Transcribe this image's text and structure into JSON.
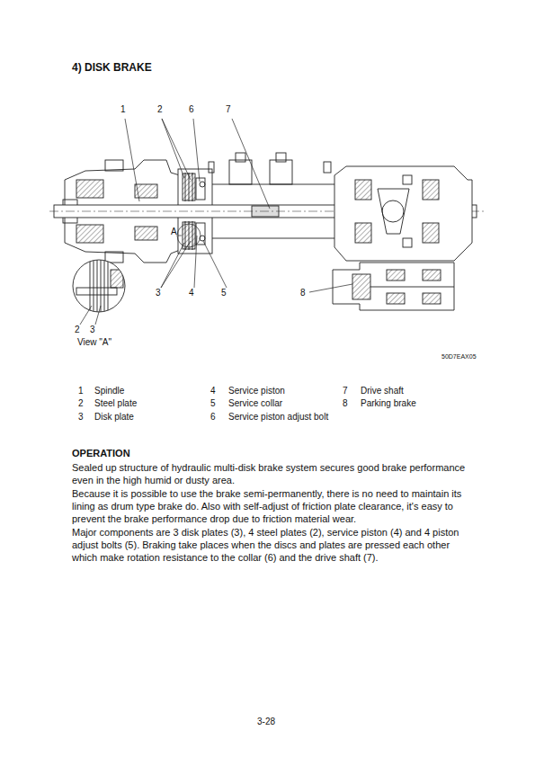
{
  "diagram": {
    "title": "4) DISK BRAKE",
    "labels": [
      "1",
      "2",
      "6",
      "7",
      "A",
      "3",
      "4",
      "5",
      "8",
      "2",
      "3",
      "View \"A\"",
      "50D7EAX05",
      "1",
      "Spindle",
      "2",
      "Steel plate",
      "3",
      "Disk plate",
      "4",
      "Service piston",
      "5",
      "Service collar",
      "6",
      "Service piston adjust bolt",
      "7",
      "Drive shaft",
      "8",
      "Parking brake",
      "OPERATION",
      "Sealed up structure of hydraulic multi-disk brake system secures good brake performance even in the high humid or dusty area.",
      "Because it is possible to use the brake semi-permanently, there is no need to maintain its lining as drum type brake do. Also with self-adjust of friction plate clearance, it's easy to prevent the brake performance drop due to friction material wear.",
      "Major components are 3 disk plates (3), 4 steel plates (2), service piston (4) and 4 piston adjust bolts (5). Braking take places when the discs and plates are pressed each other which make rotation resistance to the collar (6) and the drive shaft (7).",
      "3-28"
    ]
  }
}
